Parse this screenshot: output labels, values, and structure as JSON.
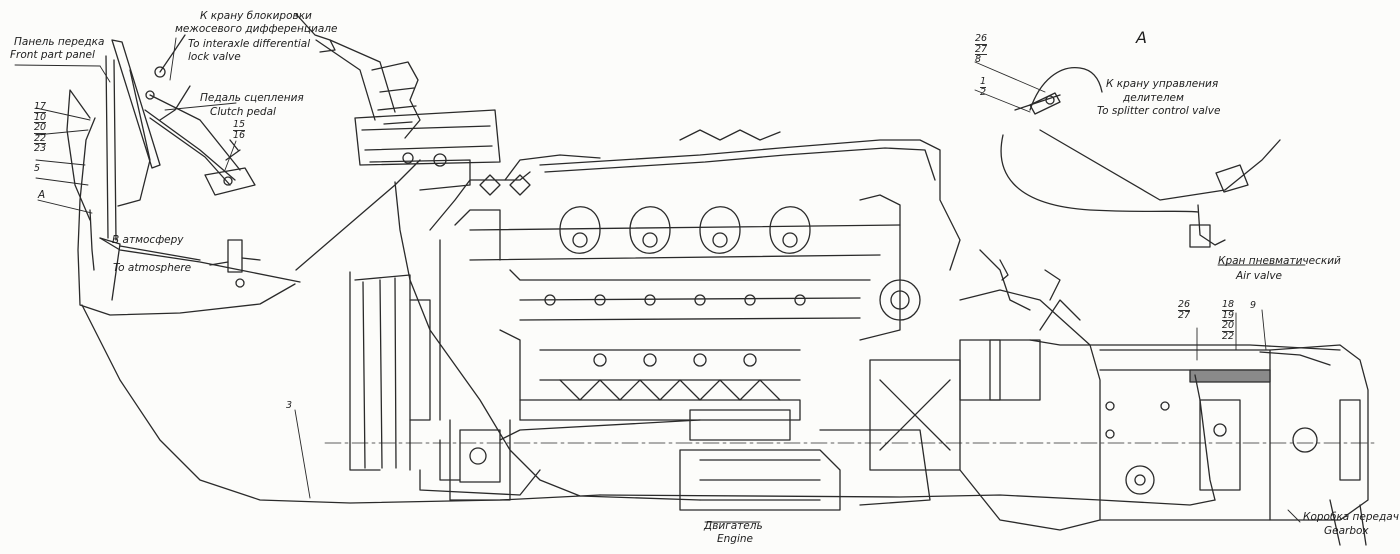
{
  "callouts": {
    "front_panel_ru": "Панель передка",
    "front_panel_en": "Front part panel",
    "interaxle_ru_1": "К крану блокировки",
    "interaxle_ru_2": "межосевого дифференциале",
    "interaxle_en_1": "To interaxle differential",
    "interaxle_en_2": "lock valve",
    "clutch_ru": "Педаль сцепления",
    "clutch_en": "Clutch pedal",
    "atmosphere_ru": "В атмосферу",
    "atmosphere_en": "To atmosphere",
    "splitter_ru_1": "К крану управления",
    "splitter_ru_2": "делителем",
    "splitter_en": "To splitter control valve",
    "air_valve_ru": "Кран пневматический",
    "air_valve_en": "Air valve",
    "engine_ru": "Двигатель",
    "engine_en": "Engine",
    "gearbox_ru": "Коробка передач",
    "gearbox_en": "Gearbox",
    "view_a": "А",
    "ref_a": "А"
  },
  "numbers": {
    "left_stack": [
      "17",
      "10",
      "20",
      "22",
      "23"
    ],
    "left_5": "5",
    "clutch_stack": [
      "15",
      "16"
    ],
    "hose_3": "3",
    "top_right_stack": [
      "26",
      "27",
      "8"
    ],
    "top_right_stack2": [
      "1",
      "2"
    ],
    "gear_stack_a": [
      "26",
      "27"
    ],
    "gear_stack_b": [
      "18",
      "19",
      "20",
      "22"
    ],
    "gear_9": "9"
  }
}
